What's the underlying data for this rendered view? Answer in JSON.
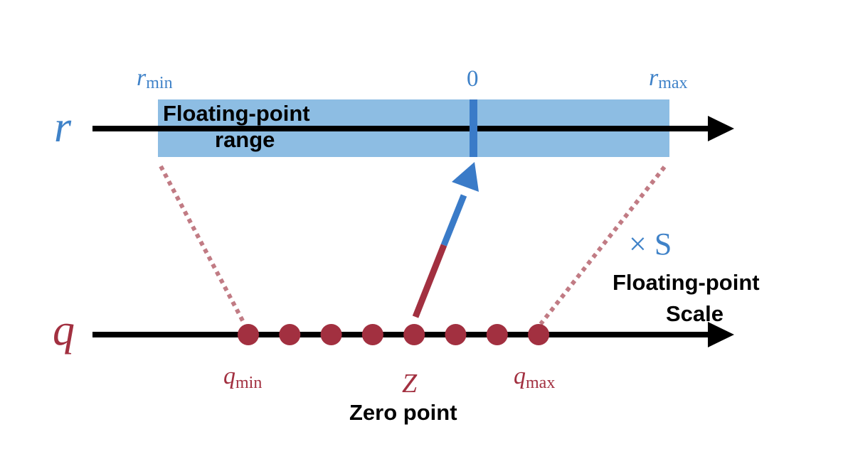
{
  "colors": {
    "blue": "#3f82c8",
    "blue_band": "#8dbde3",
    "blue_bar": "#3a7bc8",
    "red": "#a23040",
    "red_dotted": "#c17b84",
    "black": "#000000"
  },
  "r_axis": {
    "label": "r",
    "r_min": {
      "base": "r",
      "sub": "min"
    },
    "zero": "0",
    "r_max": {
      "base": "r",
      "sub": "max"
    },
    "range_line1": "Floating-point",
    "range_line2": "range"
  },
  "q_axis": {
    "label": "q",
    "q_min": {
      "base": "q",
      "sub": "min"
    },
    "zero_symbol": "Z",
    "zero_caption": "Zero point",
    "q_max": {
      "base": "q",
      "sub": "max"
    },
    "dot_count": 8
  },
  "scale": {
    "symbol": "× S",
    "caption_line1": "Floating-point",
    "caption_line2": "Scale"
  }
}
